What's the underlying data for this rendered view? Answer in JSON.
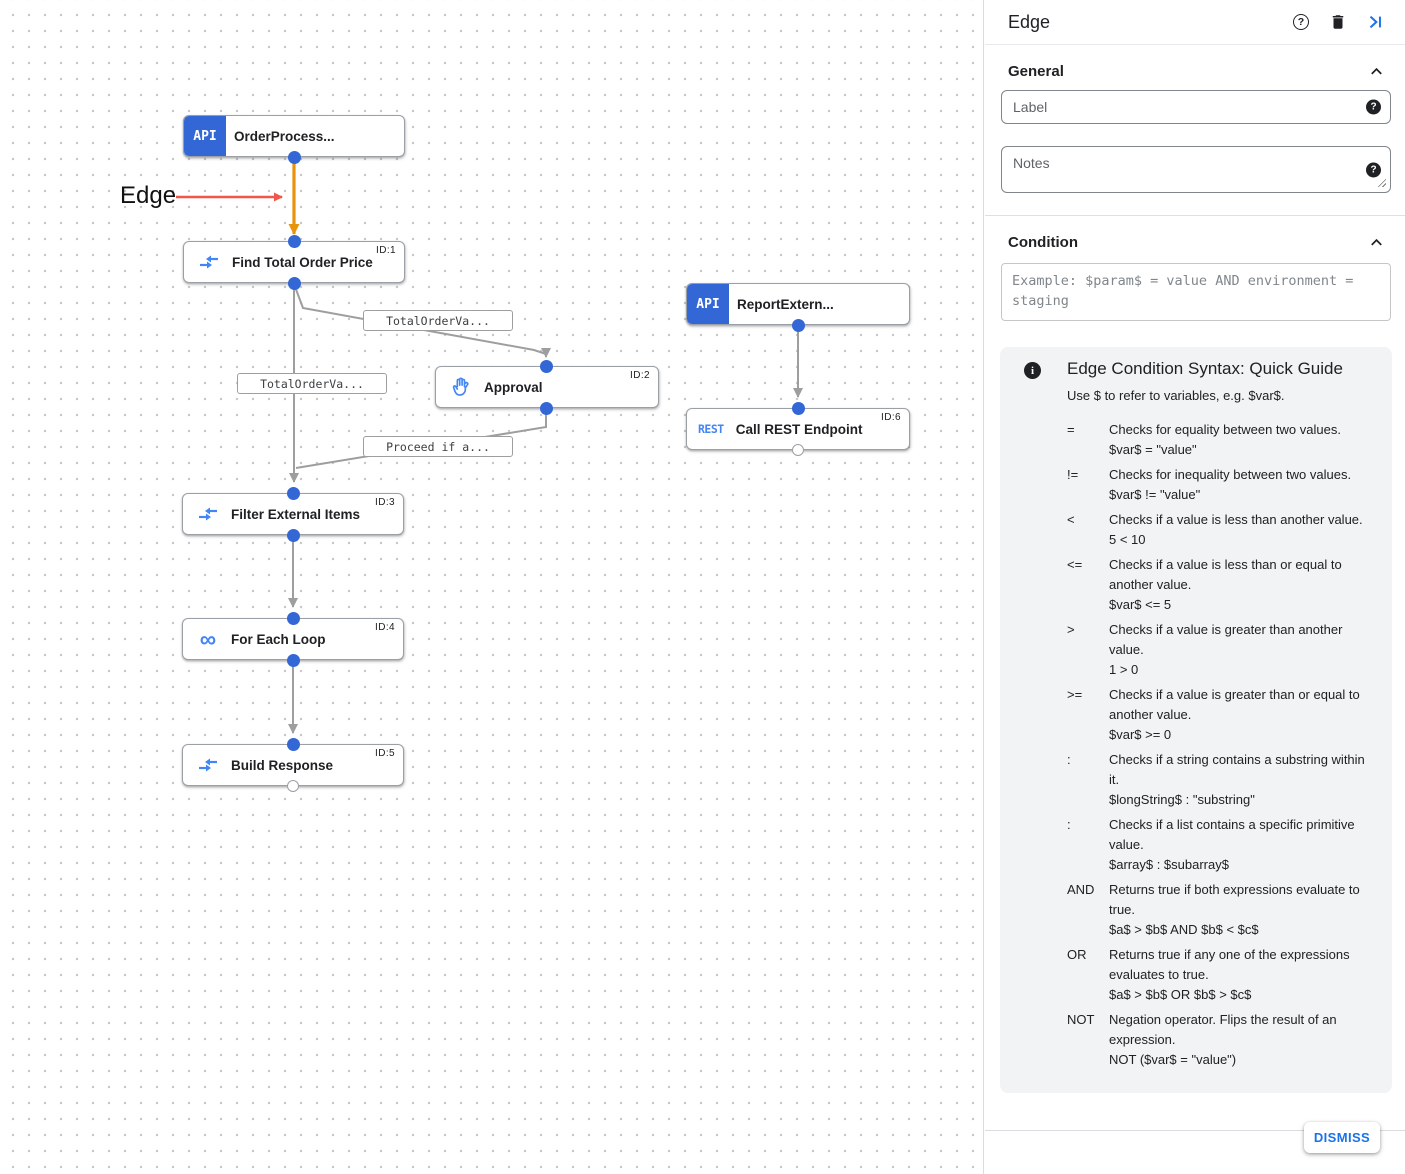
{
  "colors": {
    "accent_blue": "#1a73e8",
    "node_blue": "#3367d6",
    "icon_blue": "#4285f4",
    "selected_edge_orange": "#e8930c",
    "annotation_red": "#f0564a"
  },
  "canvas": {
    "annotation_label": "Edge",
    "api_badge": "API",
    "rest_badge": "REST",
    "nodes": [
      {
        "label": "OrderProcess...",
        "id": ""
      },
      {
        "label": "Find Total Order Price",
        "id": "ID:1"
      },
      {
        "label": "Approval",
        "id": "ID:2"
      },
      {
        "label": "Filter External Items",
        "id": "ID:3"
      },
      {
        "label": "For Each Loop",
        "id": "ID:4"
      },
      {
        "label": "Build Response",
        "id": "ID:5"
      },
      {
        "label": "ReportExtern...",
        "id": ""
      },
      {
        "label": "Call REST Endpoint",
        "id": "ID:6"
      }
    ],
    "edge_labels": [
      "TotalOrderVa...",
      "TotalOrderVa...",
      "Proceed if a..."
    ],
    "loop_glyph": "∞"
  },
  "panel": {
    "title": "Edge",
    "help_glyph": "?",
    "general": {
      "title": "General",
      "label_placeholder": "Label",
      "notes_placeholder": "Notes"
    },
    "condition": {
      "title": "Condition",
      "placeholder": "Example: $param$ = value AND environment = staging"
    },
    "guide": {
      "info_glyph": "i",
      "title": "Edge Condition Syntax: Quick Guide",
      "intro": "Use $ to refer to variables, e.g. $var$.",
      "rows": [
        {
          "op": "=",
          "desc": "Checks for equality between two values.",
          "example": "$var$ = \"value\""
        },
        {
          "op": "!=",
          "desc": "Checks for inequality between two values.",
          "example": "$var$ != \"value\""
        },
        {
          "op": "<",
          "desc": "Checks if a value is less than another value.",
          "example": "5 < 10"
        },
        {
          "op": "<=",
          "desc": "Checks if a value is less than or equal to another value.",
          "example": "$var$ <= 5"
        },
        {
          "op": ">",
          "desc": "Checks if a value is greater than another value.",
          "example": "1 > 0"
        },
        {
          "op": ">=",
          "desc": "Checks if a value is greater than or equal to another value.",
          "example": "$var$ >= 0"
        },
        {
          "op": ":",
          "desc": "Checks if a string contains a substring within it.",
          "example": "$longString$ : \"substring\""
        },
        {
          "op": ":",
          "desc": "Checks if a list contains a specific primitive value.",
          "example": "$array$ : $subarray$"
        },
        {
          "op": "AND",
          "desc": "Returns true if both expressions evaluate to true.",
          "example": "$a$ > $b$ AND $b$ < $c$"
        },
        {
          "op": "OR",
          "desc": "Returns true if any one of the expressions evaluates to true.",
          "example": "$a$ > $b$ OR $b$ > $c$"
        },
        {
          "op": "NOT",
          "desc": "Negation operator. Flips the result of an expression.",
          "example": "NOT ($var$ = \"value\")"
        }
      ]
    },
    "dismiss_label": "DISMISS"
  }
}
